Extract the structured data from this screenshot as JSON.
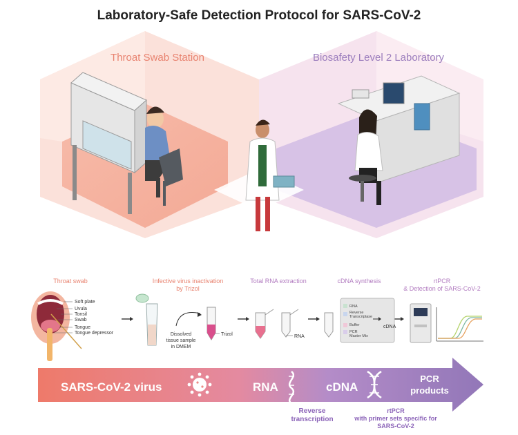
{
  "title": "Laboratory-Safe Detection Protocol for SARS-CoV-2",
  "stations": {
    "throat_swab": "Throat Swab Station",
    "biosafety": "Biosafety Level 2 Laboratory"
  },
  "steps": {
    "throat_swab": "Throat swab",
    "inactivation_line1": "Infective virus inactivation",
    "inactivation_line2": "by Trizol",
    "rna_extraction": "Total RNA extraction",
    "cdna_synthesis": "cDNA synthesis",
    "rtpcr_line1": "rtPCR",
    "rtpcr_line2": "& Detection of SARS-CoV-2"
  },
  "mouth_labels": {
    "soft_plate": "Soft plate",
    "uvula": "Uvula",
    "tonsil": "Tonsil",
    "swab": "Swab",
    "tongue": "Tongue",
    "tongue_depressor": "Tongue depressor"
  },
  "tube_labels": {
    "dissolved_1": "Dissolved",
    "dissolved_2": "tissue sample",
    "dissolved_3": "in DMEM",
    "trizol": "Trizol",
    "rna": "RNA",
    "cdna": "cDNA"
  },
  "kit_labels": {
    "rna": "RNA",
    "rt_1": "Reverse",
    "rt_2": "Transcriptase",
    "buffer": "Buffer",
    "pcr_1": "PCR",
    "pcr_2": "Master Mix"
  },
  "pipeline": {
    "virus": "SARS-CoV-2 virus",
    "rna": "RNA",
    "cdna": "cDNA",
    "pcr_1": "PCR",
    "pcr_2": "products"
  },
  "annotations": {
    "rt_1": "Reverse",
    "rt_2": "transcription",
    "rtpcr_1": "rtPCR",
    "rtpcr_2": "with primer sets specific for",
    "rtpcr_3": "SARS-CoV-2"
  },
  "colors": {
    "accent_salmon": "#e8826f",
    "accent_purple": "#9b7dbd",
    "title": "#222222"
  }
}
